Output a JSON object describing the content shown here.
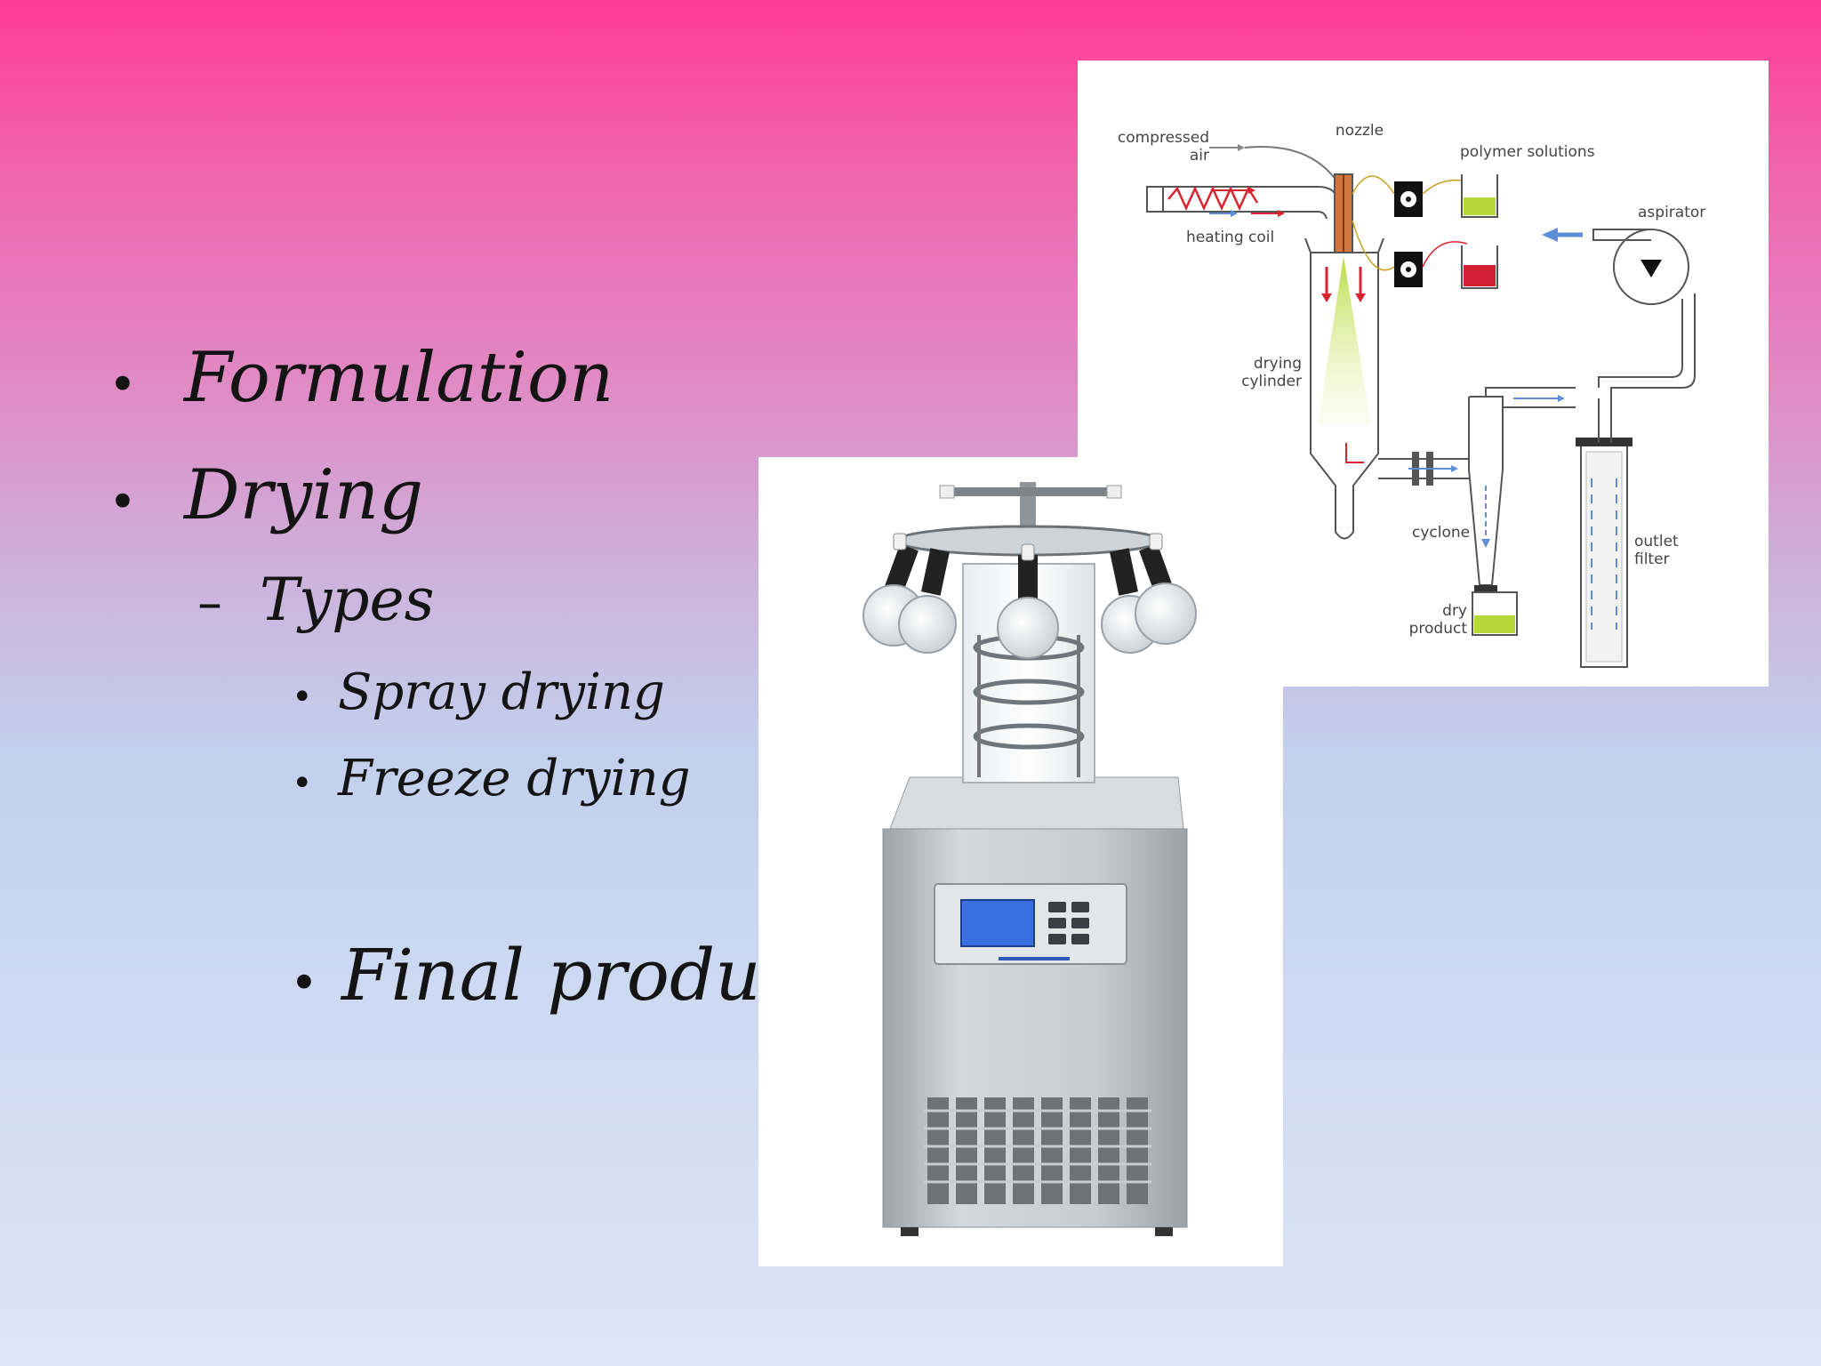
{
  "slide": {
    "bullets": {
      "formulation": "Formulation",
      "drying": "Drying",
      "types": "Types",
      "spray_drying": "Spray drying",
      "freeze_drying": "Freeze drying",
      "final_product": "Final product"
    },
    "bullet_glyph": "•",
    "dash_glyph": "–"
  },
  "diagram": {
    "labels": {
      "compressed_air_1": "compressed",
      "compressed_air_2": "air",
      "nozzle": "nozzle",
      "polymer_solutions": "polymer solutions",
      "aspirator": "aspirator",
      "heating_coil": "heating coil",
      "drying_cylinder_1": "drying",
      "drying_cylinder_2": "cylinder",
      "cyclone": "cyclone",
      "outlet_filter_1": "outlet",
      "outlet_filter_2": "filter",
      "dry_product_1": "dry",
      "dry_product_2": "product"
    },
    "colors": {
      "heat_red": "#d9232e",
      "flow_blue": "#5b8fd6",
      "solution_green": "#b7d83a",
      "solution_red": "#d11f34",
      "nozzle_orange": "#d2763a"
    }
  },
  "freeze_dryer": {
    "colors": {
      "body": "#c9cdd1",
      "screen": "#3c6fe0"
    }
  }
}
